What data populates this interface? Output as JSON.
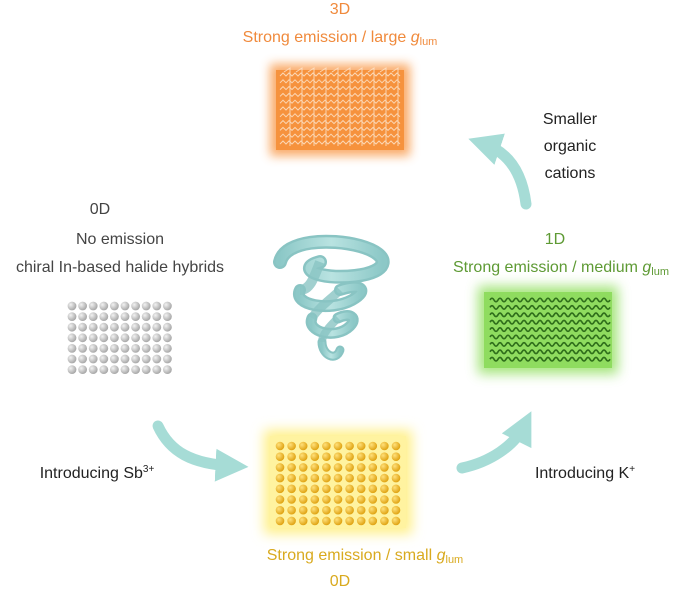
{
  "top_3d": {
    "title": "3D",
    "line_prefix": "Strong emission / large ",
    "g_symbol": "g",
    "g_sub": "lum",
    "color": "#f08a3c"
  },
  "right_1d": {
    "title": "1D",
    "line_prefix": "Strong emission / medium ",
    "g_symbol": "g",
    "g_sub": "lum",
    "color": "#5e9a34"
  },
  "bottom_0d": {
    "line_prefix": "Strong emission / small ",
    "g_symbol": "g",
    "g_sub": "lum",
    "title": "0D",
    "color": "#d9aa1f"
  },
  "left_0d": {
    "title": "0D",
    "line1": "No emission",
    "line2": "chiral In-based halide hybrids",
    "color": "#444444"
  },
  "arrows": {
    "smaller_cations": [
      "Smaller",
      "organic",
      "cations"
    ],
    "sb_prefix": "Introducing Sb",
    "sb_sup": "3+",
    "k_prefix": "Introducing K",
    "k_sup": "+",
    "color": "#a6dcd6"
  },
  "center": {
    "icon": "chiral-helix-icon"
  }
}
